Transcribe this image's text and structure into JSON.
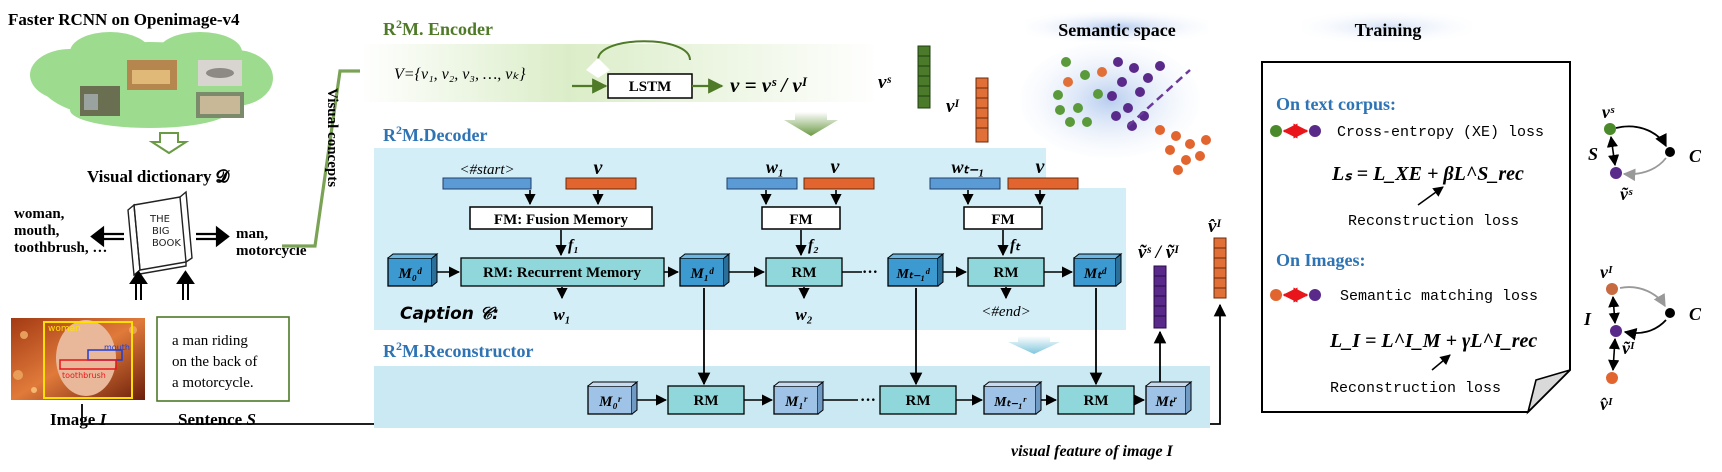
{
  "colors": {
    "green": "#4f7a28",
    "blue": "#2e74b5",
    "panel": "#d3eef7",
    "panel2": "#cbe9f2",
    "rm": "#8fd7da",
    "md": "#3d9ad1",
    "mr": "#9fc3e6",
    "orange": "#e2652f",
    "vblue": "#5b9bd5",
    "vs": "#4a7a2a",
    "vi": "#e07038",
    "purple": "#5a2a8a"
  },
  "left": {
    "title": "Faster RCNN on Openimage-v4",
    "dict_label": "Visual dictionary 𝓓",
    "left_words": [
      "woman,",
      "mouth,",
      "toothbrush, …"
    ],
    "right_words": [
      "man,",
      "motorcycle"
    ],
    "book": [
      "THE",
      "BIG",
      "BOOK"
    ],
    "photo_tags": {
      "woman": "woman",
      "mouth": "mouth",
      "toothbrush": "toothbrush"
    },
    "image_label": "Image",
    "image_var": "I",
    "sentence_lines": [
      "a man riding",
      "on the back of",
      "a motorcycle."
    ],
    "sentence_label": "Sentence",
    "sentence_var": "S",
    "visual_concepts": "Visual concepts"
  },
  "encoder": {
    "title_pre": "R",
    "title_sup": "2",
    "title_post": "M. Encoder",
    "v_set": "V={v₁, v₂, v₃, …, vₖ}",
    "lstm": "LSTM",
    "eq": "v = vˢ / vᴵ",
    "vs": "vˢ",
    "vi": "vᴵ"
  },
  "decoder": {
    "title_pre": "R",
    "title_sup": "2",
    "title_post": "M.Decoder",
    "start": "<#start>",
    "v": "v",
    "w1": "w₁",
    "wt1": "wₜ₋₁",
    "fm_long": "FM: Fusion Memory",
    "fm": "FM",
    "f1": "f₁",
    "f2": "f₂",
    "ft": "fₜ",
    "rm_long": "RM: Recurrent Memory",
    "rm": "RM",
    "m0": "M₀ᵈ",
    "m1": "M₁ᵈ",
    "mt1": "Mₜ₋₁ᵈ",
    "mt": "Mₜᵈ",
    "dots": "···",
    "caption": "Caption 𝒞:",
    "out_w1": "w₁",
    "out_w2": "w₂",
    "out_end": "<#end>",
    "recon_label": "ṽˢ / ṽᴵ"
  },
  "reconstructor": {
    "title_pre": "R",
    "title_sup": "2",
    "title_post": "M.Reconstructor",
    "r0": "M₀ʳ",
    "r1": "M₁ʳ",
    "rt1": "Mₜ₋₁ʳ",
    "rt": "Mₜʳ",
    "rm": "RM",
    "dots": "···",
    "vhat": "v̂ᴵ",
    "visual_feature": "visual feature of image I"
  },
  "semantic": {
    "title": "Semantic space"
  },
  "training": {
    "title": "Training",
    "text_head": "On text corpus:",
    "xe": "Cross-entropy (XE) loss",
    "ls": "Lₛ = L_XE + βL^S_rec",
    "recon1": "Reconstruction loss",
    "img_head": "On Images:",
    "sm": "Semantic matching loss",
    "li": "L_I = L^I_M + γL^I_rec",
    "recon2": "Reconstruction loss"
  },
  "graphs": {
    "vs": "vˢ",
    "S": "S",
    "C": "C",
    "vs_tilde": "ṽˢ",
    "vi": "vᴵ",
    "I": "I",
    "C2": "C",
    "vi_tilde": "ṽᴵ",
    "vi_hat": "v̂ᴵ"
  }
}
